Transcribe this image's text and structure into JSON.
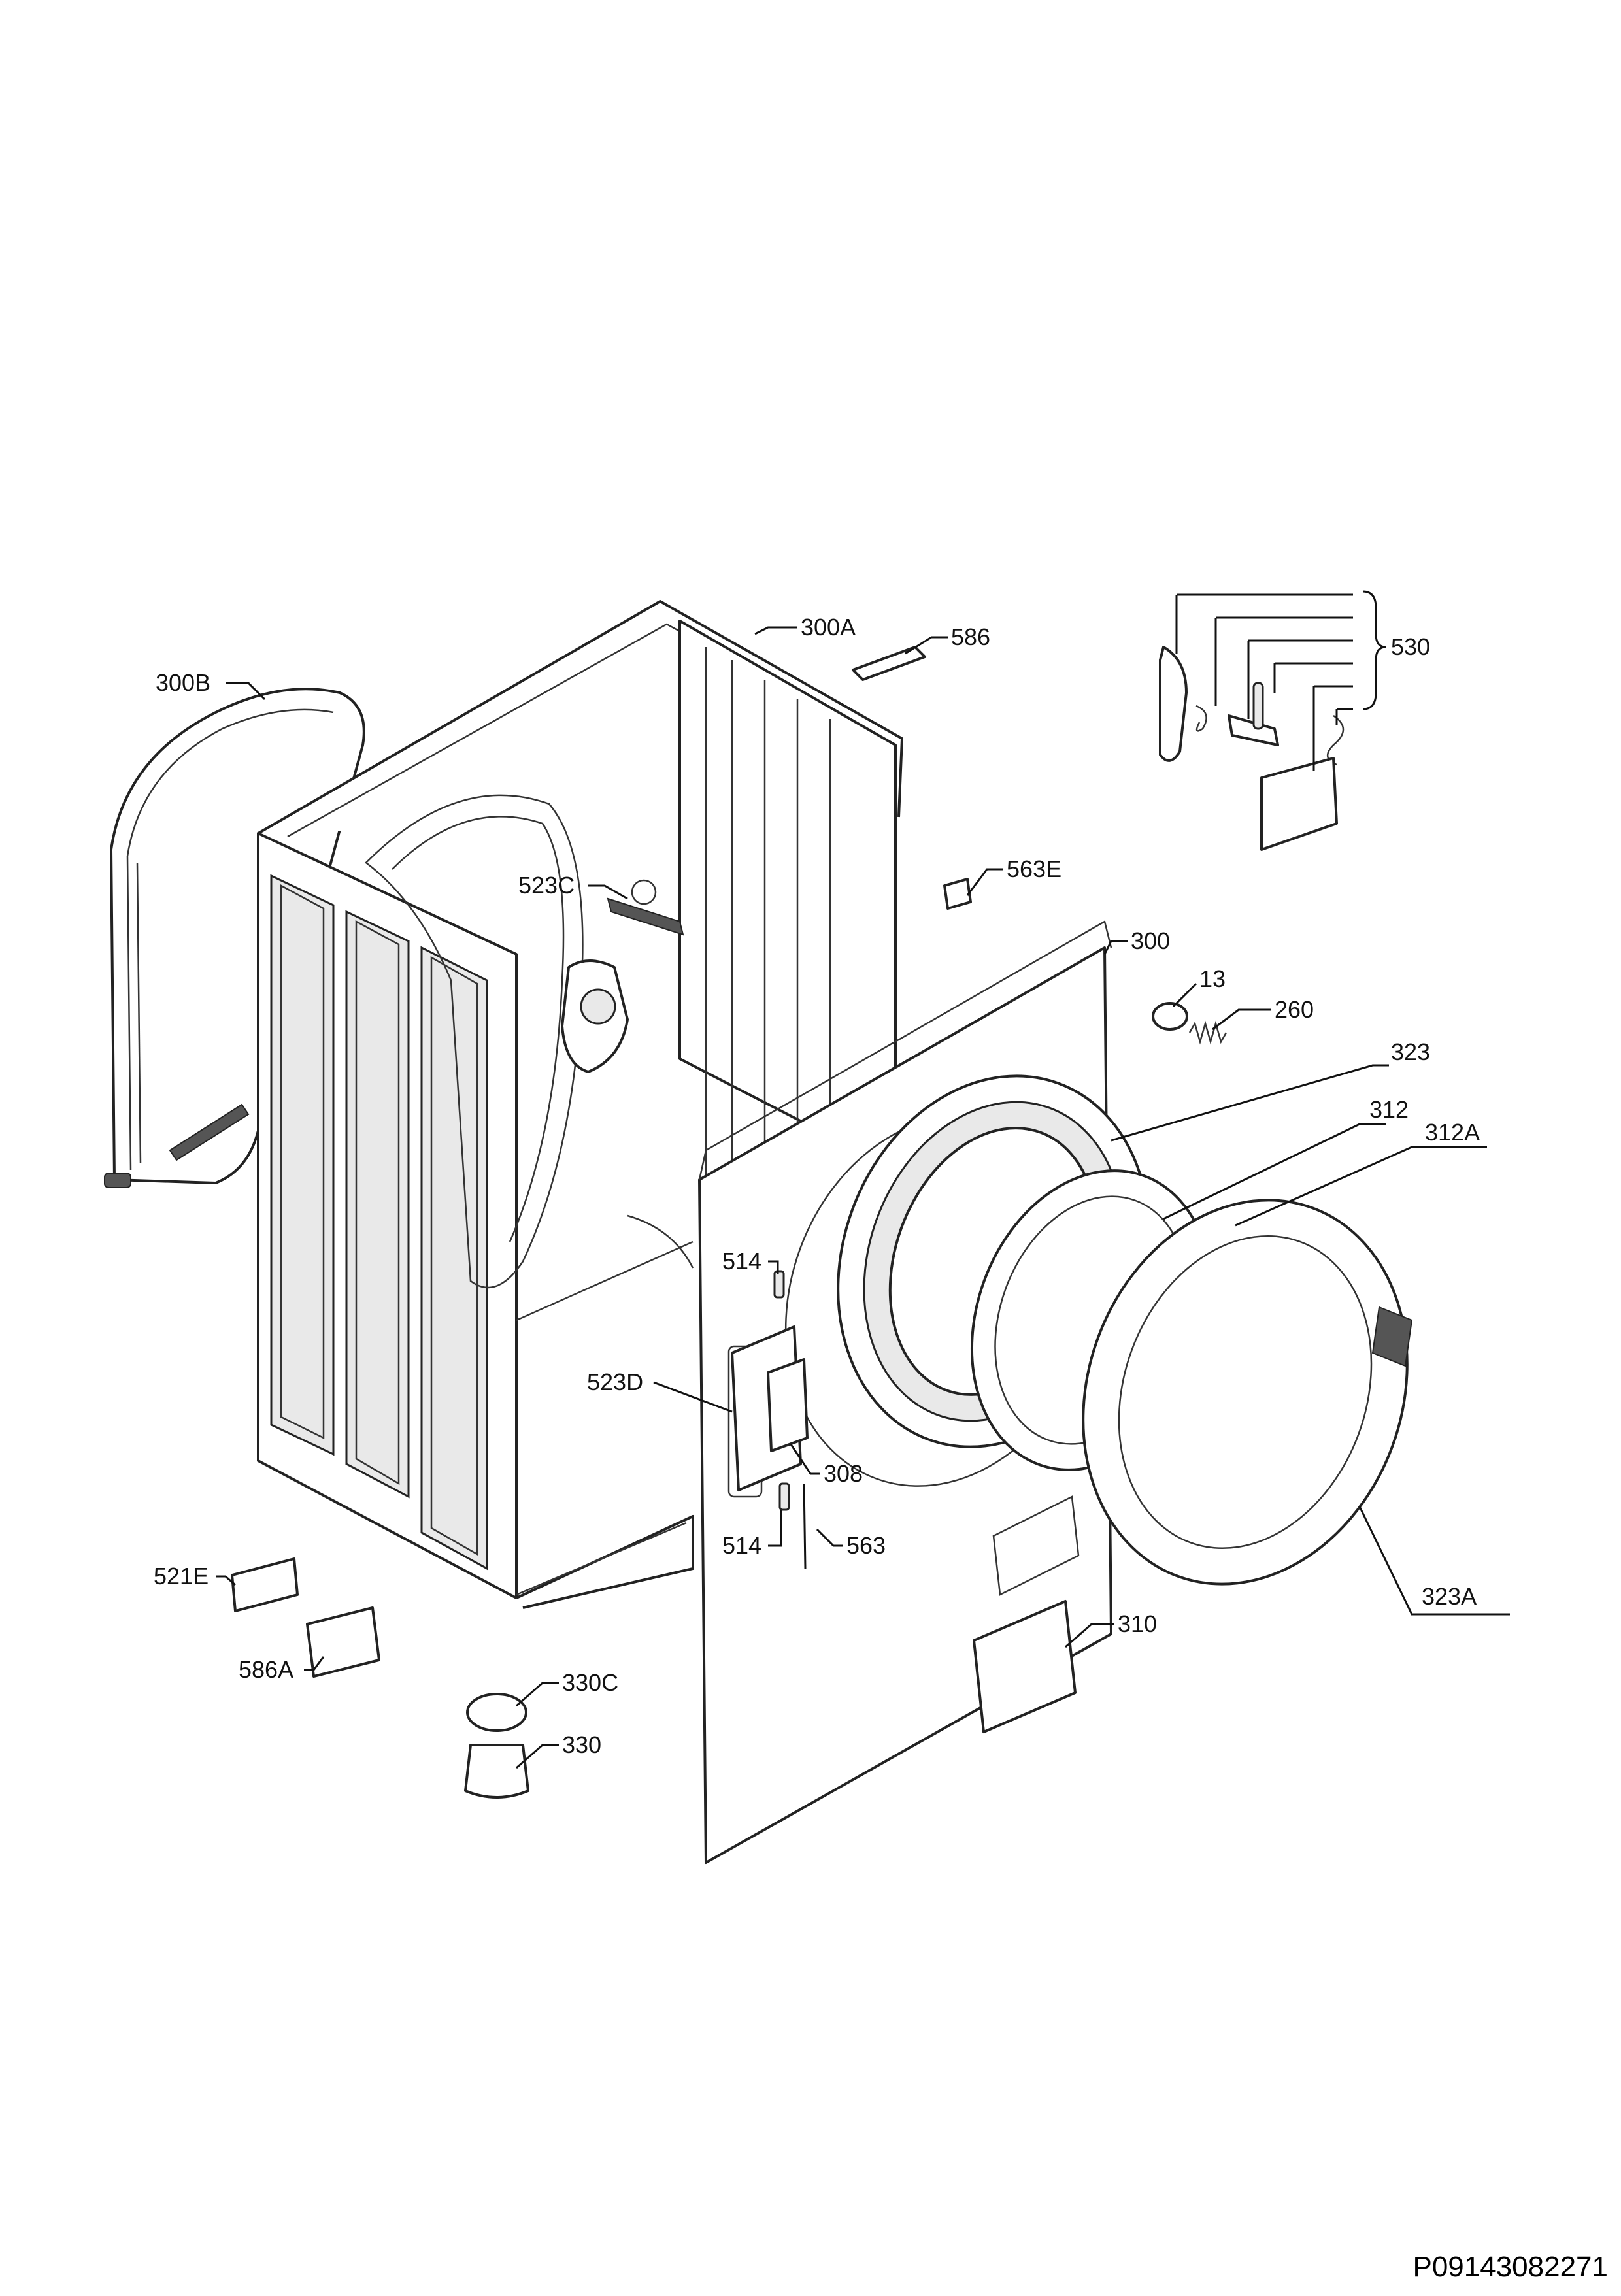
{
  "diagram": {
    "reference_code": "P09143082271",
    "callouts": [
      {
        "id": "c300A",
        "label": "300A"
      },
      {
        "id": "c586",
        "label": "586"
      },
      {
        "id": "c300B",
        "label": "300B"
      },
      {
        "id": "c530",
        "label": "530"
      },
      {
        "id": "c523C",
        "label": "523C"
      },
      {
        "id": "c563E",
        "label": "563E"
      },
      {
        "id": "c300",
        "label": "300"
      },
      {
        "id": "c13",
        "label": "13"
      },
      {
        "id": "c260",
        "label": "260"
      },
      {
        "id": "c323",
        "label": "323"
      },
      {
        "id": "c312",
        "label": "312"
      },
      {
        "id": "c312A",
        "label": "312A"
      },
      {
        "id": "c514a",
        "label": "514"
      },
      {
        "id": "c523D",
        "label": "523D"
      },
      {
        "id": "c308",
        "label": "308"
      },
      {
        "id": "c514b",
        "label": "514"
      },
      {
        "id": "c563",
        "label": "563"
      },
      {
        "id": "c521E",
        "label": "521E"
      },
      {
        "id": "c323A",
        "label": "323A"
      },
      {
        "id": "c310",
        "label": "310"
      },
      {
        "id": "c586A",
        "label": "586A"
      },
      {
        "id": "c330C",
        "label": "330C"
      },
      {
        "id": "c330",
        "label": "330"
      }
    ]
  }
}
